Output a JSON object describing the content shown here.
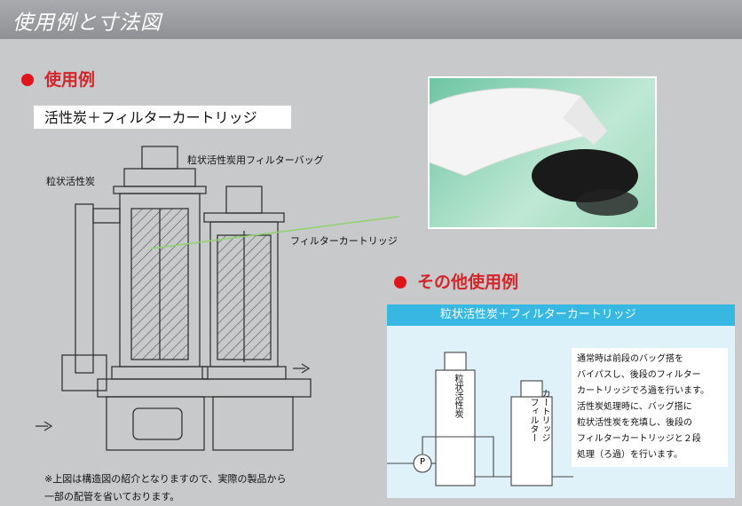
{
  "header": {
    "title": "使用例と寸法図"
  },
  "usage": {
    "heading": "使用例",
    "label_box": "活性炭＋フィルターカートリッジ"
  },
  "diagram": {
    "label_bag": "粒状活性炭用フィルターバッグ",
    "label_carbon": "粒状活性炭",
    "label_cartridge": "フィルターカートリッジ"
  },
  "note": {
    "line1": "※上図は構造図の紹介となりますので、実際の製品から",
    "line2": "一部の配管を省いております。"
  },
  "other": {
    "heading": "その他使用例",
    "box_title": "粒状活性炭＋フィルターカートリッジ",
    "vessel1_text": "粒状活性炭",
    "vessel2_text": "フィルター",
    "vessel2_text_b": "カートリッジ",
    "pump_label": "P",
    "desc_lines": [
      "通常時は前段のバッグ搭を",
      "バイパスし、後段のフィルター",
      "カートリッジでろ過を行います。",
      "活性炭処理時に、バッグ搭に",
      "粒状活性炭を充填し、後段の",
      "フィルターカートリッジと２段",
      "処理（ろ過）を行います。"
    ]
  }
}
